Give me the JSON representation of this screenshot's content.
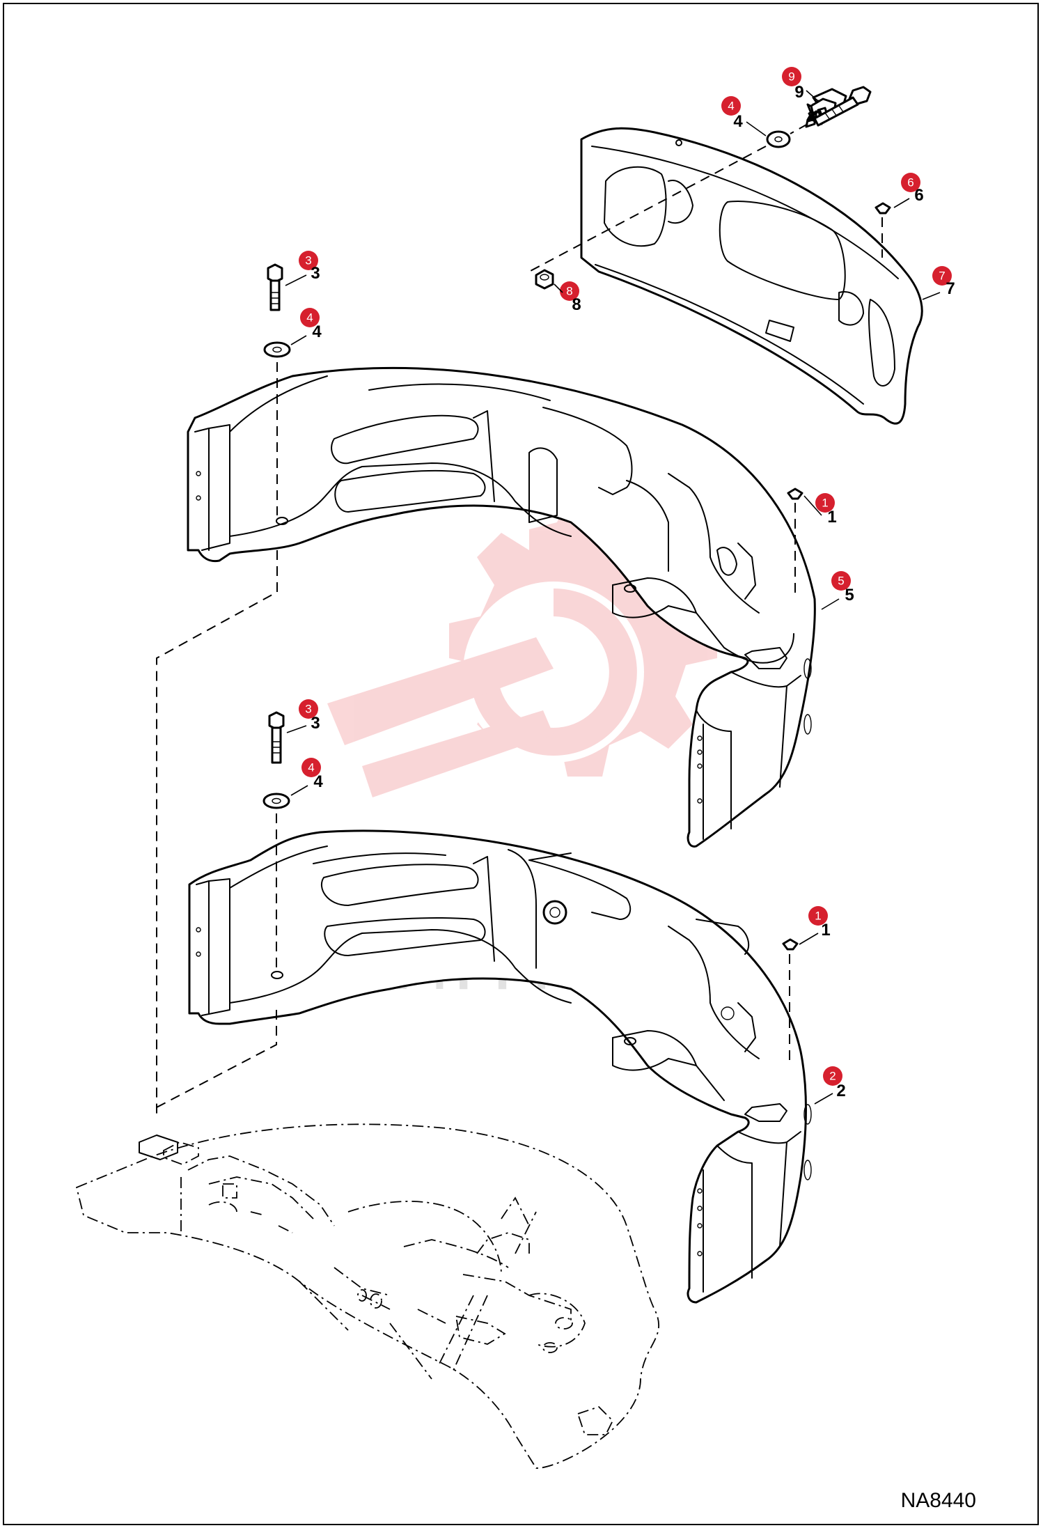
{
  "drawing_id": "NA8440",
  "watermark": {
    "text": "ИНТЕХ",
    "color": "#e8474f"
  },
  "callouts": [
    {
      "id": "c9",
      "number": "9"
    },
    {
      "id": "c4a",
      "number": "4"
    },
    {
      "id": "c6",
      "number": "6"
    },
    {
      "id": "c7",
      "number": "7"
    },
    {
      "id": "c8",
      "number": "8"
    },
    {
      "id": "c3a",
      "number": "3"
    },
    {
      "id": "c4b",
      "number": "4"
    },
    {
      "id": "c1a",
      "number": "1"
    },
    {
      "id": "c5",
      "number": "5"
    },
    {
      "id": "c3b",
      "number": "3"
    },
    {
      "id": "c4c",
      "number": "4"
    },
    {
      "id": "c1b",
      "number": "1"
    },
    {
      "id": "c2",
      "number": "2"
    }
  ],
  "badge_color": "#d6202e"
}
